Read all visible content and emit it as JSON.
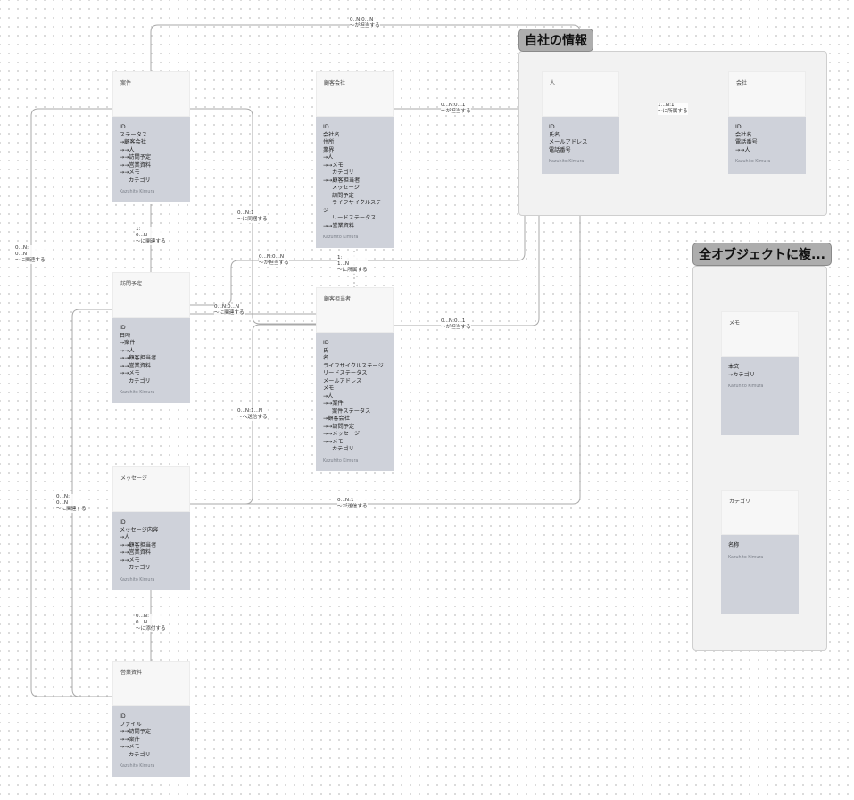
{
  "groups": {
    "own": {
      "title": "自社の情報"
    },
    "all": {
      "title": "全オブジェクトに複..."
    }
  },
  "author": "Kazuhito Kimura",
  "entities": {
    "anken": {
      "title": "案件",
      "fields": [
        {
          "t": "ID"
        },
        {
          "t": "ステータス"
        },
        {
          "t": "→顧客会社"
        },
        {
          "t": "→→人"
        },
        {
          "t": "→→訪問予定"
        },
        {
          "t": "→→営業資料"
        },
        {
          "t": "→→メモ"
        },
        {
          "t": "カテゴリ",
          "indent": true
        }
      ]
    },
    "kokyaku": {
      "title": "顧客会社",
      "fields": [
        {
          "t": "ID"
        },
        {
          "t": "会社名"
        },
        {
          "t": "住所"
        },
        {
          "t": "業界"
        },
        {
          "t": "→人"
        },
        {
          "t": "→→メモ"
        },
        {
          "t": "カテゴリ",
          "indent": true
        },
        {
          "t": "→→顧客担当者"
        },
        {
          "t": "メッセージ",
          "indent": true
        },
        {
          "t": "訪問予定",
          "indent": true
        },
        {
          "t": "ライフサイクルステー",
          "indent": true
        },
        {
          "t": "ジ"
        },
        {
          "t": "リードステータス",
          "indent": true
        },
        {
          "t": "→→営業資料"
        }
      ]
    },
    "hito": {
      "title": "人",
      "fields": [
        {
          "t": "ID"
        },
        {
          "t": "氏名"
        },
        {
          "t": "メールアドレス"
        },
        {
          "t": "電話番号"
        }
      ]
    },
    "kaisha": {
      "title": "会社",
      "fields": [
        {
          "t": "ID"
        },
        {
          "t": "会社名"
        },
        {
          "t": "電話番号"
        },
        {
          "t": "→→人"
        }
      ]
    },
    "houmon": {
      "title": "訪問予定",
      "fields": [
        {
          "t": "ID"
        },
        {
          "t": "日時"
        },
        {
          "t": "→案件"
        },
        {
          "t": "→→人"
        },
        {
          "t": "→→顧客担当者"
        },
        {
          "t": "→→営業資料"
        },
        {
          "t": "→→メモ"
        },
        {
          "t": "カテゴリ",
          "indent": true
        }
      ]
    },
    "tantou": {
      "title": "顧客担当者",
      "fields": [
        {
          "t": "ID"
        },
        {
          "t": "氏"
        },
        {
          "t": "名"
        },
        {
          "t": "ライフサイクルステージ"
        },
        {
          "t": "リードステータス"
        },
        {
          "t": "メールアドレス"
        },
        {
          "t": "メモ"
        },
        {
          "t": "→人"
        },
        {
          "t": "→→案件"
        },
        {
          "t": "案件ステータス",
          "indent": true
        },
        {
          "t": "→顧客会社"
        },
        {
          "t": "→→訪問予定"
        },
        {
          "t": "→→メッセージ"
        },
        {
          "t": "→→メモ"
        },
        {
          "t": "カテゴリ",
          "indent": true
        }
      ]
    },
    "message": {
      "title": "メッセージ",
      "fields": [
        {
          "t": "ID"
        },
        {
          "t": "メッセージ内容"
        },
        {
          "t": "→人"
        },
        {
          "t": "→→顧客担当者"
        },
        {
          "t": "→→営業資料"
        },
        {
          "t": "→→メモ"
        },
        {
          "t": "カテゴリ",
          "indent": true
        }
      ]
    },
    "shiryou": {
      "title": "営業資料",
      "fields": [
        {
          "t": "ID"
        },
        {
          "t": "ファイル"
        },
        {
          "t": "→→訪問予定"
        },
        {
          "t": "→→案件"
        },
        {
          "t": "→→メモ"
        },
        {
          "t": "カテゴリ",
          "indent": true
        }
      ]
    },
    "memo": {
      "title": "メモ",
      "fields": [
        {
          "t": "本文"
        },
        {
          "t": "→カテゴリ"
        }
      ]
    },
    "category": {
      "title": "カテゴリ",
      "fields": [
        {
          "t": "名称"
        }
      ]
    }
  },
  "relations": [
    {
      "id": "r1",
      "card": "0..N:0...N",
      "text": "〜が担当する"
    },
    {
      "id": "r2",
      "card": "1:\n0...N",
      "text": "〜に関連する"
    },
    {
      "id": "r3",
      "card": "0...N:1",
      "text": "〜に同梱する"
    },
    {
      "id": "r4",
      "card": "0...N:\n0...N",
      "text": "〜に関連する"
    },
    {
      "id": "r5",
      "card": "0...N:0...1",
      "text": "〜が担当する"
    },
    {
      "id": "r6",
      "card": "1...N:1",
      "text": "〜に所属する"
    },
    {
      "id": "r7",
      "card": "0...N:0...N",
      "text": "〜が担当する"
    },
    {
      "id": "r8",
      "card": "1:\n1...N",
      "text": "〜に所属する"
    },
    {
      "id": "r9",
      "card": "0...N:0...N",
      "text": "〜に関連する"
    },
    {
      "id": "r10",
      "card": "0...N:0...1",
      "text": "〜が担当する"
    },
    {
      "id": "r11",
      "card": "0...N:1...N",
      "text": "〜へ送信する"
    },
    {
      "id": "r12",
      "card": "0...N:\n0...N",
      "text": "〜に関連する"
    },
    {
      "id": "r13",
      "card": "0...N:1",
      "text": "〜が送信する"
    },
    {
      "id": "r14",
      "card": "0...N:\n0...N",
      "text": "〜に添付する"
    }
  ]
}
